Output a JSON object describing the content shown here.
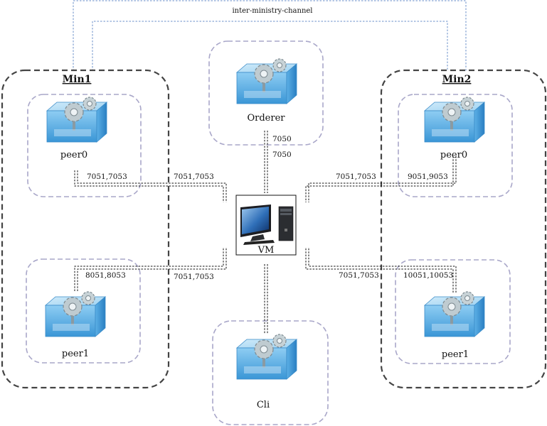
{
  "channel": {
    "label": "inter-ministry-channel"
  },
  "orgs": {
    "min1": {
      "title": "Min1"
    },
    "min2": {
      "title": "Min2"
    }
  },
  "nodes": {
    "orderer": {
      "label": "Orderer",
      "icon": "container-gears-icon"
    },
    "cli": {
      "label": "Cli",
      "icon": "container-gears-icon"
    },
    "vm": {
      "label": "VM",
      "icon": "computer-icon"
    },
    "min1_peer0": {
      "label": "peer0",
      "icon": "container-gears-icon"
    },
    "min1_peer1": {
      "label": "peer1",
      "icon": "container-gears-icon"
    },
    "min2_peer0": {
      "label": "peer0",
      "icon": "container-gears-icon"
    },
    "min2_peer1": {
      "label": "peer1",
      "icon": "container-gears-icon"
    }
  },
  "ports": {
    "orderer_container": "7050",
    "orderer_host": "7050",
    "min1_peer0_container": "7051,7053",
    "min1_peer0_host": "7051,7053",
    "min1_peer1_container": "8051,8053",
    "min1_peer1_host": "7051,7053",
    "min2_peer0_host": "7051,7053",
    "min2_peer0_container": "9051,9053",
    "min2_peer1_host": "7051,7053",
    "min2_peer1_container": "10051,10053"
  },
  "colors": {
    "org_border": "#444444",
    "node_border": "#a9a7c9",
    "channel_line": "#6a8fc9",
    "link_line": "#111111"
  }
}
